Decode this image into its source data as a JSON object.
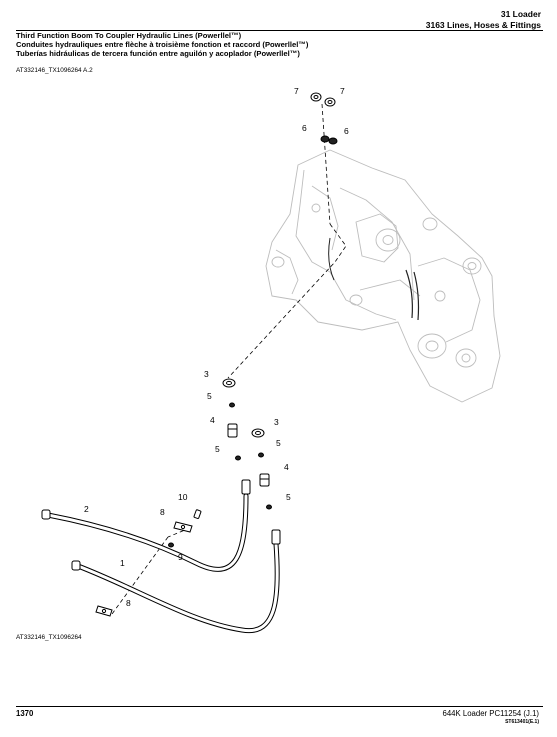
{
  "header": {
    "section": "31 Loader",
    "group": "3163 Lines, Hoses & Fittings"
  },
  "titles": [
    "Third Function Boom To Coupler Hydraulic Lines (Powerllel™)",
    "Conduites hydrauliques entre flèche à troisième fonction et raccord (Powerllel™)",
    "Tuberías hidráulicas de tercera función entre aguilón y acoplador (Powerllel™)"
  ],
  "illustration": {
    "ref_top": "AT332146_TX1096264 A.2",
    "ref_bottom": "AT332146_TX1096264",
    "callouts": {
      "c7a": "7",
      "c7b": "7",
      "c6a": "6",
      "c6b": "6",
      "c3a": "3",
      "c5a": "5",
      "c4a": "4",
      "c5b": "5",
      "c3b": "3",
      "c5c": "5",
      "c4b": "4",
      "c5d": "5",
      "c2": "2",
      "c10": "10",
      "c8a": "8",
      "c9": "9",
      "c1": "1",
      "c8b": "8"
    }
  },
  "footer": {
    "page_number": "1370",
    "model": "644K Loader   PC11254  (J.1)",
    "doc_code": "ST613401(E.1)"
  }
}
